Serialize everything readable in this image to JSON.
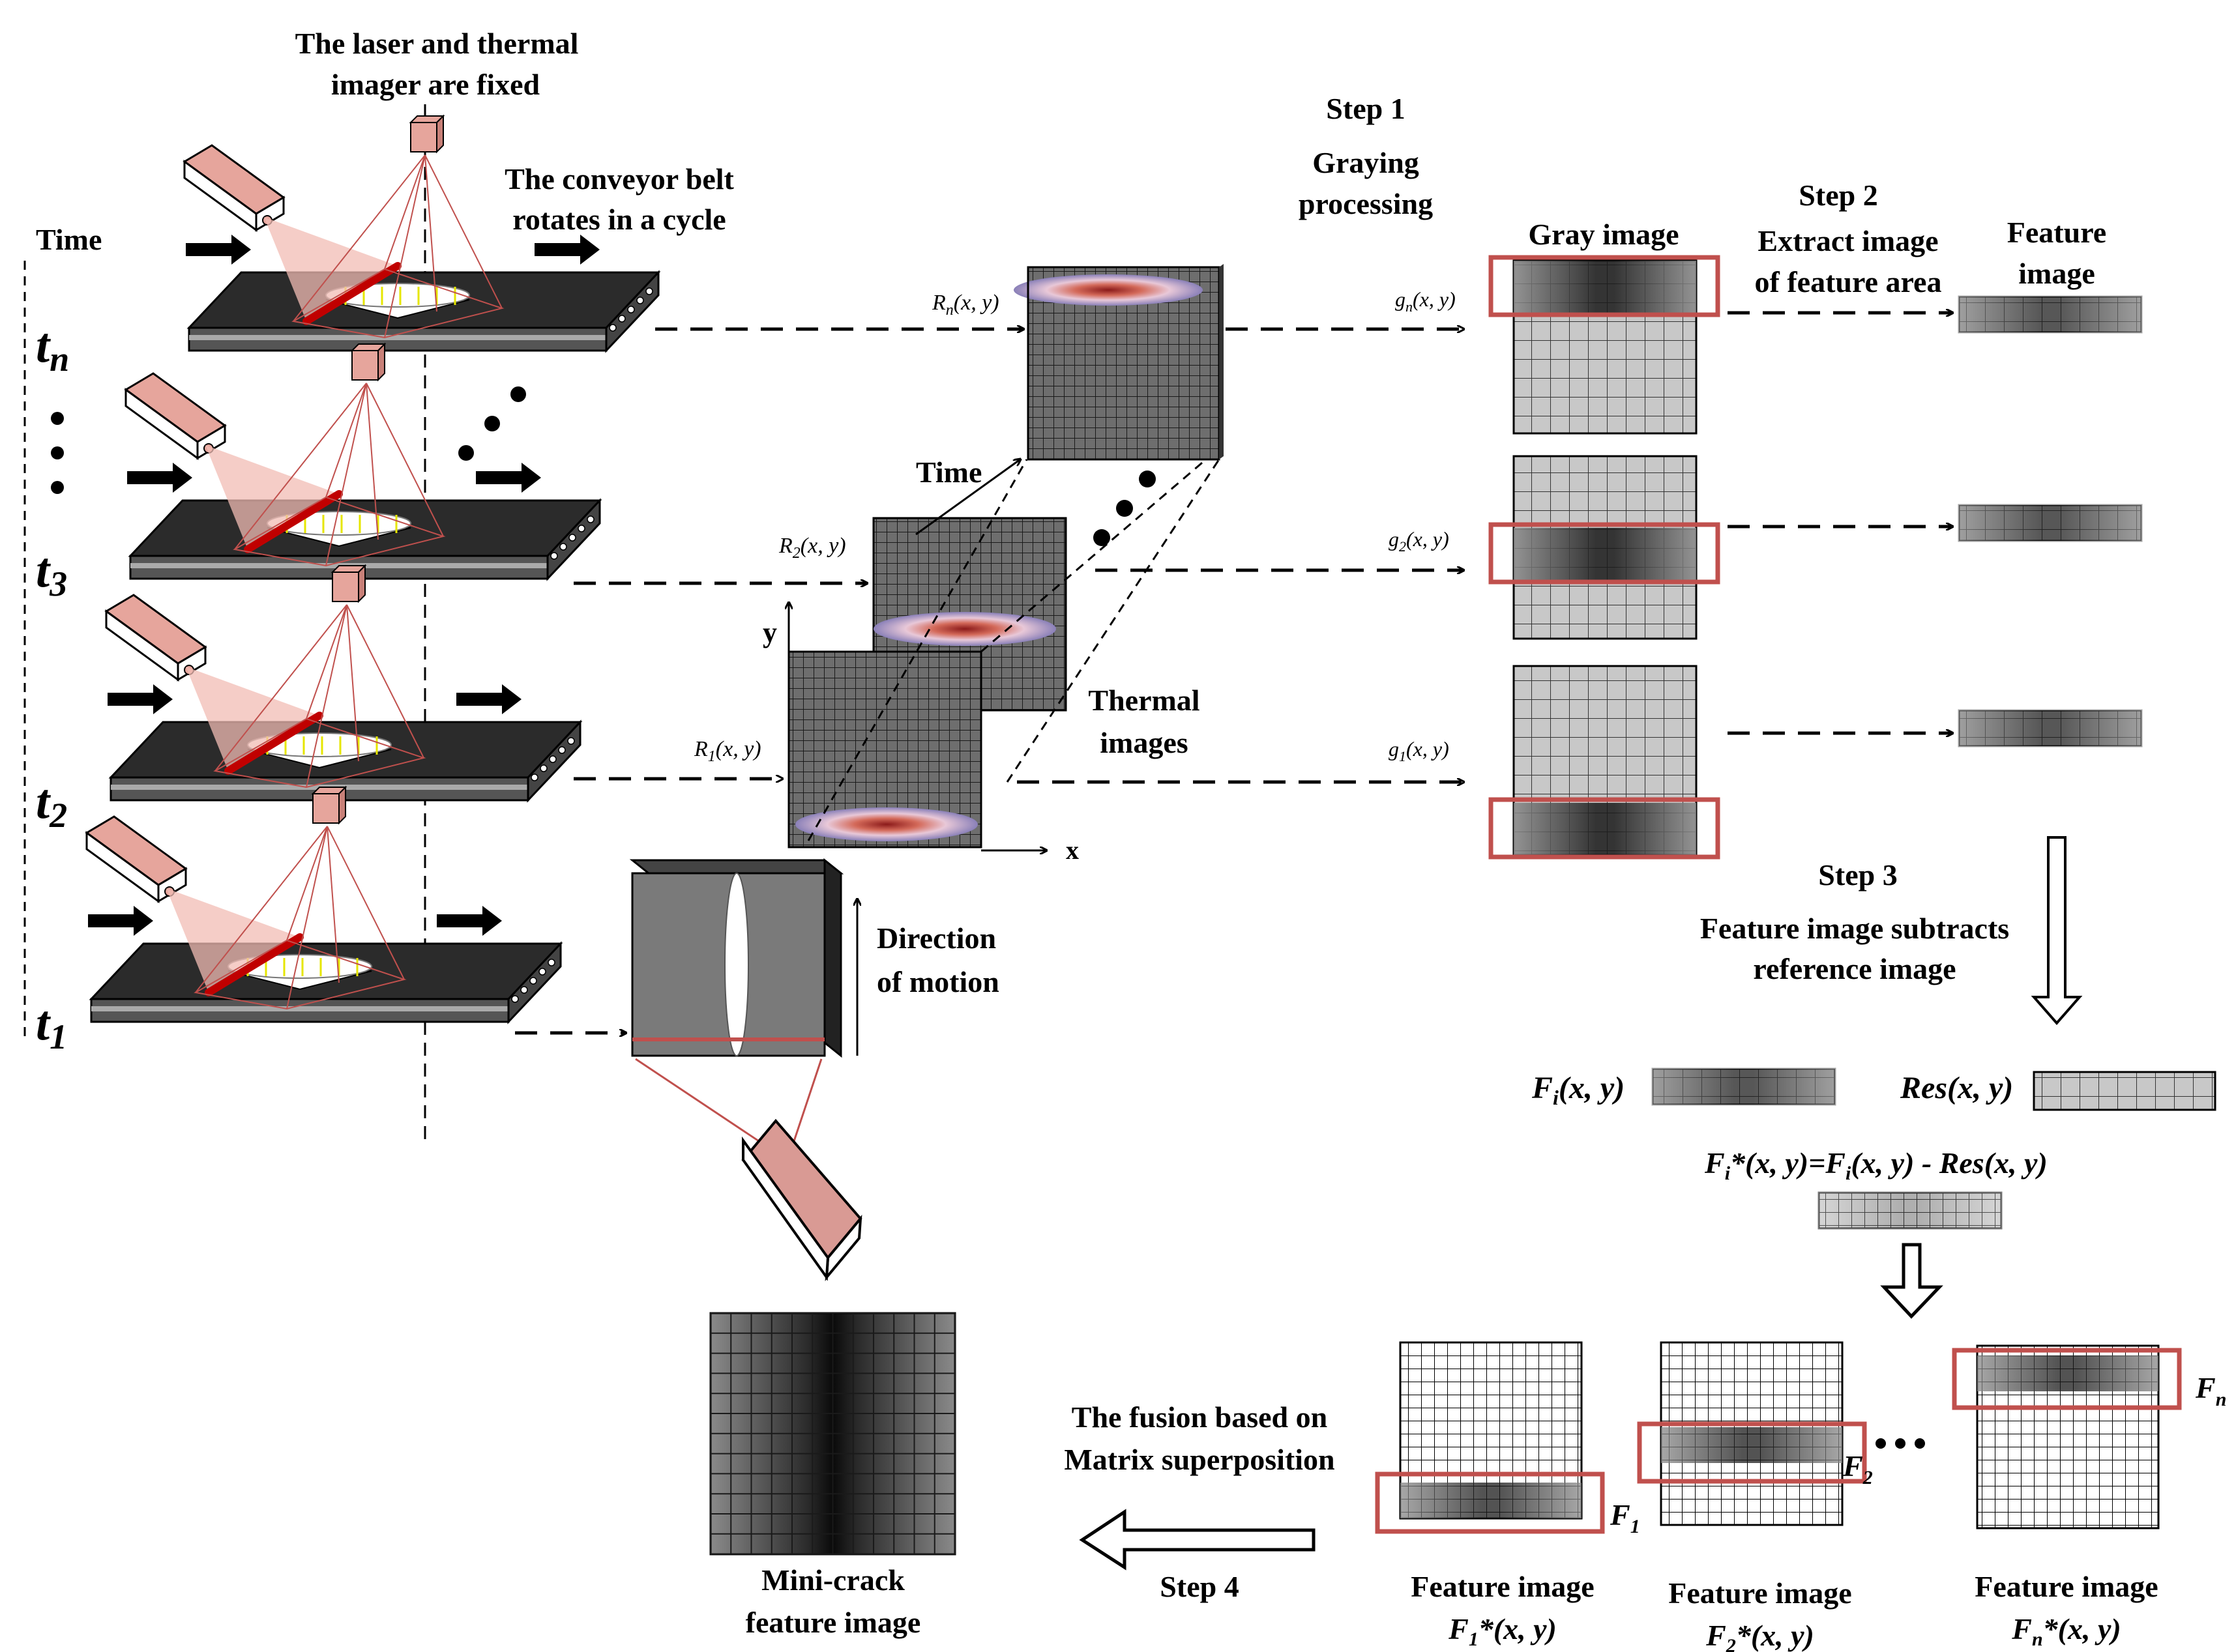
{
  "labels": {
    "fixed_line1": "The laser and thermal",
    "fixed_line2": "imager are fixed",
    "belt_line1": "The conveyor belt",
    "belt_line2": "rotates in a cycle",
    "time": "Time",
    "t_n": "t",
    "t_n_sub": "n",
    "t_3": "t",
    "t_3_sub": "3",
    "t_2": "t",
    "t_2_sub": "2",
    "t_1": "t",
    "t_1_sub": "1",
    "step1": "Step 1",
    "step1_l1": "Graying",
    "step1_l2": "processing",
    "gray_image": "Gray image",
    "step2": "Step 2",
    "step2_l1": "Extract image",
    "step2_l2": "of feature area",
    "feature_l1": "Feature",
    "feature_l2": "image",
    "Rn": "R",
    "Rn_sub": "n",
    "R2": "R",
    "R2_sub": "2",
    "R1": "R",
    "R1_sub": "1",
    "xy": "(x, y)",
    "gn": "g",
    "gn_sub": "n",
    "g2": "g",
    "g2_sub": "2",
    "g1": "g",
    "g1_sub": "1",
    "cube_time": "Time",
    "axis_y": "y",
    "axis_x": "x",
    "thermal_l1": "Thermal",
    "thermal_l2": "images",
    "dir_l1": "Direction",
    "dir_l2": "of motion",
    "step3": "Step 3",
    "step3_l1": "Feature image subtracts",
    "step3_l2": "reference image",
    "fi": "F",
    "fi_sub": "i",
    "fi_xy": "(x, y)",
    "res": "Res",
    "res_xy": "(x, y)",
    "eq_part1": "F",
    "eq_sub1": "i",
    "eq_part2": "*(x, y)=",
    "eq_part3": "F",
    "eq_sub2": "i",
    "eq_part4": "(x, y) - ",
    "eq_part5": "Res",
    "eq_part6": "(x, y)",
    "F1": "F",
    "F1_sub": "1",
    "F2": "F",
    "F2_sub": "2",
    "Fn": "F",
    "Fn_sub": "n",
    "fusion_l1": "The fusion based on",
    "fusion_l2": "Matrix superposition",
    "step4": "Step 4",
    "minicrack_l1": "Mini-crack",
    "minicrack_l2": "feature image",
    "feat_img_label": "Feature image",
    "feat1_formula": "F",
    "feat1_sub": "1",
    "feat2_formula": "F",
    "feat2_sub": "2",
    "featn_formula": "F",
    "featn_sub": "n",
    "star_xy": "*(x, y)"
  },
  "colors": {
    "belt": "#2b2b2b",
    "laser_body": "#e8a8a0",
    "laser_beam": "#f4c8c0",
    "red_box": "#c0504d",
    "gray_grid": "#c0c0c0",
    "dark_grid": "#505050"
  }
}
